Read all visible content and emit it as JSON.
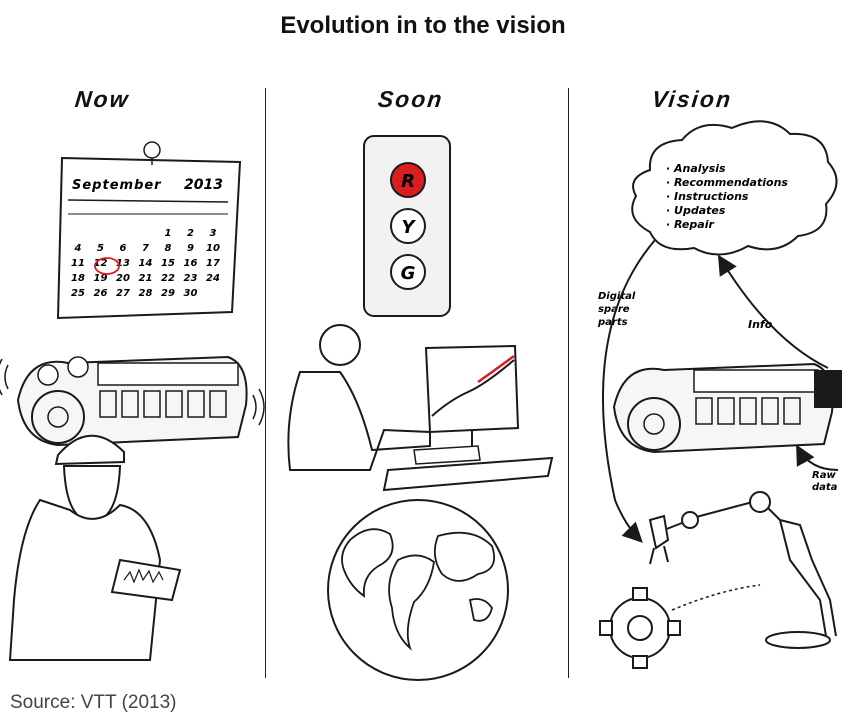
{
  "title": "Evolution in to the vision",
  "columns": {
    "now": "Now",
    "soon": "Soon",
    "vision": "Vision"
  },
  "calendar": {
    "month": "September",
    "year": "2013",
    "weeks": [
      [
        "",
        "",
        "",
        "",
        "1",
        "2",
        "3"
      ],
      [
        "4",
        "5",
        "6",
        "7",
        "8",
        "9",
        "10"
      ],
      [
        "11",
        "12",
        "13",
        "14",
        "15",
        "16",
        "17"
      ],
      [
        "18",
        "19",
        "20",
        "21",
        "22",
        "23",
        "24"
      ],
      [
        "25",
        "26",
        "27",
        "28",
        "29",
        "30",
        ""
      ]
    ],
    "highlighted_day": "12"
  },
  "traffic_light": {
    "red": "R",
    "yellow": "Y",
    "green": "G"
  },
  "cloud_items": [
    "Analysis",
    "Recommendations",
    "Instructions",
    "Updates",
    "Repair"
  ],
  "labels": {
    "digital_spare_parts": [
      "Digital",
      "spare",
      "parts"
    ],
    "info": "Info",
    "raw_data": [
      "Raw",
      "data"
    ]
  },
  "colors": {
    "accent": "#d81e1e",
    "ink": "#1a1a1a"
  },
  "source": "Source: VTT (2013)"
}
